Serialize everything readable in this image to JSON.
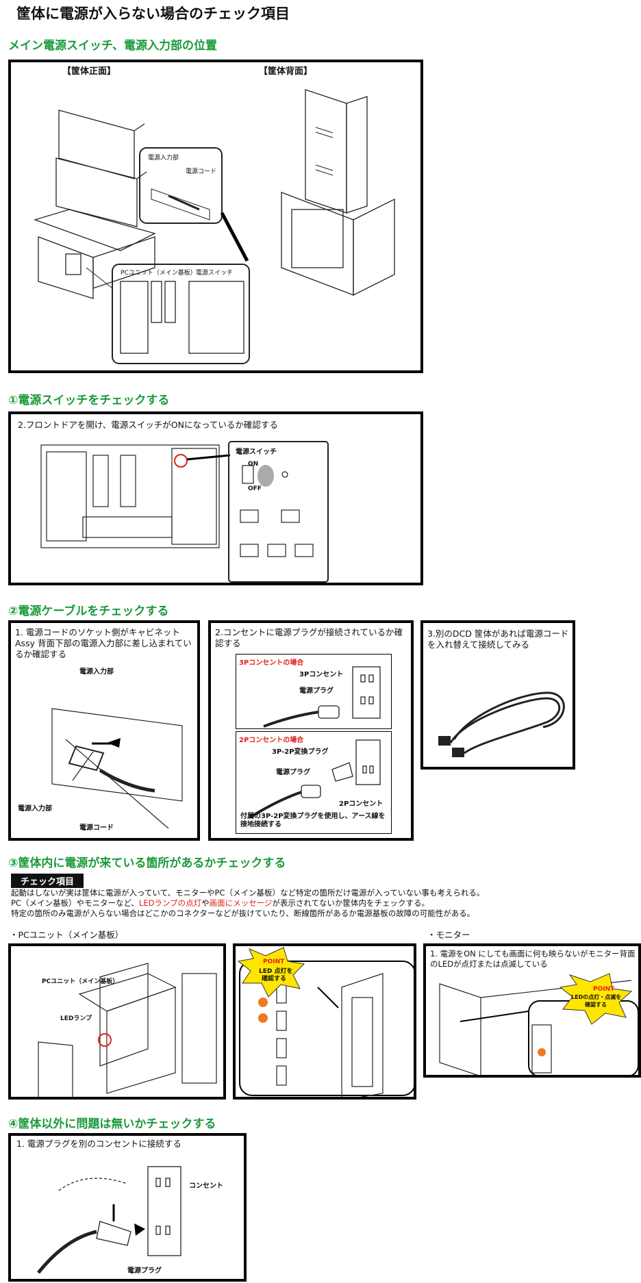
{
  "title": "筐体に電源が入らない場合のチェック項目",
  "section0": {
    "heading": "メイン電源スイッチ、電源入力部の位置",
    "front_label": "【筐体正面】",
    "back_label": "【筐体背面】",
    "power_input": "電源入力部",
    "power_cord": "電源コード",
    "pc_unit": "PCユニット（メイン基板）",
    "power_switch": "電源スイッチ"
  },
  "section1": {
    "heading": "①電源スイッチをチェックする",
    "caption": "2.フロントドアを開け、電源スイッチがONになっているか確認する",
    "switch_label": "電源スイッチ",
    "on": "ON",
    "off": "OFF"
  },
  "section2": {
    "heading": "②電源ケーブルをチェックする",
    "panel1_caption": "1. 電源コードのソケット側がキャビネット Assy 背面下部の電源入力部に差し込まれているか確認する",
    "panel1_top_label": "電源入力部",
    "panel1_left_label": "電源入力部",
    "panel1_bottom_label": "電源コード",
    "panel2_caption": "2.コンセントに電源プラグが接続されているか確認する",
    "p3_title": "3Pコンセントの場合",
    "p3_outlet": "3Pコンセント",
    "p3_plug": "電源プラグ",
    "p2_title": "2Pコンセントの場合",
    "p2_adapter": "3P-2P変換プラグ",
    "p2_plug": "電源プラグ",
    "p2_outlet": "2Pコンセント",
    "p2_note": "付属の3P-2P変換プラグを使用し、アース線を接地接続する",
    "panel3_caption": "3.別のDCD 筐体があれば電源コードを入れ替えて接続してみる"
  },
  "section3": {
    "heading": "③筐体内に電源が来ている箇所があるかチェックする",
    "badge": "チェック項目",
    "line1": "起動はしないが実は筐体に電源が入っていて、モニターやPC（メイン基板）など特定の箇所だけ電源が入っていない事も考えられる。",
    "line2_a": "PC（メイン基板）やモニターなど、",
    "line2_b": "LEDランプの点灯",
    "line2_c": "や",
    "line2_d": "画面にメッセージ",
    "line2_e": "が表示されてないか筐体内をチェックする。",
    "line3": "特定の箇所のみ電源が入らない場合はどこかのコネクターなどが抜けていたり、断線箇所があるか電源基板の故障の可能性がある。",
    "pc_heading": "・PCユニット（メイン基板）",
    "monitor_heading": "・モニター",
    "pc_label": "PCユニット（メイン基板）",
    "led_label": "LEDランプ",
    "point1_a": "POINT",
    "point1_b": "LED 点灯を",
    "point1_c": "確認する",
    "monitor_caption": "1. 電源をON にしても画面に何も映らないがモニター背面のLEDが点灯または点滅している",
    "point2_a": "POINT",
    "point2_b": "LEDの点灯・点滅を",
    "point2_c": "確認する"
  },
  "section4": {
    "heading": "④筐体以外に問題は無いかチェックする",
    "caption": "1. 電源プラグを別のコンセントに接続する",
    "outlet": "コンセント",
    "plug": "電源プラグ"
  }
}
